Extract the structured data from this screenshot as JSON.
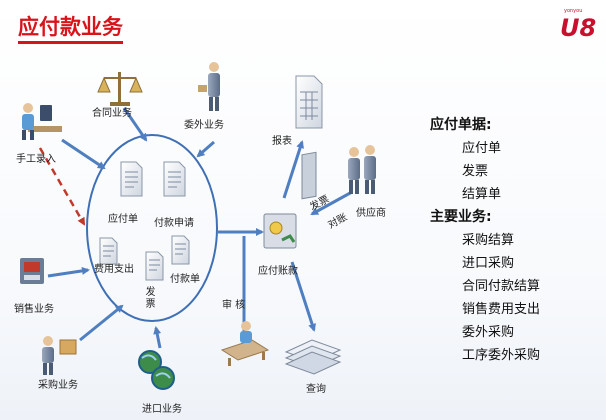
{
  "title": "应付款业务",
  "logo": {
    "small_text": "yonyou",
    "mark": "U8",
    "colors": [
      "#c8102e",
      "#ffffff"
    ]
  },
  "nodes": {
    "manual_entry": "手工录入",
    "contract": "合同业务",
    "outsourcing": "委外业务",
    "sales": "销售业务",
    "purchase": "采购业务",
    "import": "进口业务",
    "report": "报表",
    "supplier": "供应商",
    "ap_account": "应付账款",
    "query": "查询",
    "audit": "审 核"
  },
  "docs": {
    "payable": "应付单",
    "payment_request": "付款申请",
    "expense": "费用支出",
    "payment_order": "付款单",
    "invoice": "发票"
  },
  "edge_labels": {
    "invoice": "发票",
    "reconcile": "对账"
  },
  "info": {
    "documents_heading": "应付单据:",
    "documents": [
      "应付单",
      "发票",
      "结算单"
    ],
    "business_heading": "主要业务:",
    "business": [
      "采购结算",
      "进口采购",
      "合同付款结算",
      "销售费用支出",
      "委外采购",
      "工序委外采购"
    ]
  },
  "colors": {
    "title": "#d8141b",
    "arrow": "#4f7fc0",
    "dashed": "#c0392b",
    "ellipse": "#3f6fb4"
  }
}
